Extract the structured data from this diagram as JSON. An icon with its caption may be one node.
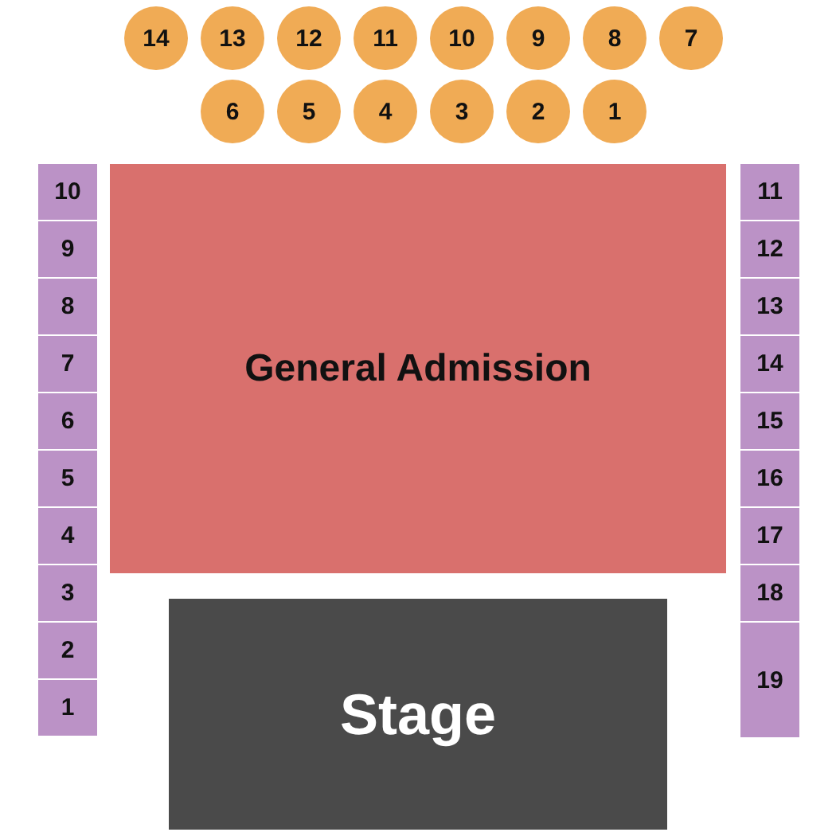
{
  "diagram": {
    "nodes": [
      {
        "text": [
          "14"
        ]
      },
      {
        "text": [
          "13"
        ]
      },
      {
        "text": [
          "12"
        ]
      },
      {
        "text": [
          "11"
        ]
      },
      {
        "text": [
          "10"
        ]
      },
      {
        "text": [
          "9"
        ]
      },
      {
        "text": [
          "8"
        ]
      },
      {
        "text": [
          "7"
        ]
      },
      {
        "text": [
          "6"
        ]
      },
      {
        "text": [
          "5"
        ]
      },
      {
        "text": [
          "4"
        ]
      },
      {
        "text": [
          "3"
        ]
      },
      {
        "text": [
          "2"
        ]
      },
      {
        "text": [
          "1"
        ]
      },
      {
        "text": [
          "10"
        ]
      },
      {
        "text": [
          "9"
        ]
      },
      {
        "text": [
          "8"
        ]
      },
      {
        "text": [
          "7"
        ]
      },
      {
        "text": [
          "6"
        ]
      },
      {
        "text": [
          "5"
        ]
      },
      {
        "text": [
          "4"
        ]
      },
      {
        "text": [
          "3"
        ]
      },
      {
        "text": [
          "2"
        ]
      },
      {
        "text": [
          "1"
        ]
      },
      {
        "text": [
          "General Admission"
        ]
      },
      {
        "text": [
          "11"
        ]
      },
      {
        "text": [
          "12"
        ]
      },
      {
        "text": [
          "13"
        ]
      },
      {
        "text": [
          "14"
        ]
      },
      {
        "text": [
          "15"
        ]
      },
      {
        "text": [
          "16"
        ]
      },
      {
        "text": [
          "17"
        ]
      },
      {
        "text": [
          "18"
        ]
      },
      {
        "text": [
          "19"
        ]
      },
      {
        "text": [
          "Stage"
        ]
      }
    ]
  }
}
